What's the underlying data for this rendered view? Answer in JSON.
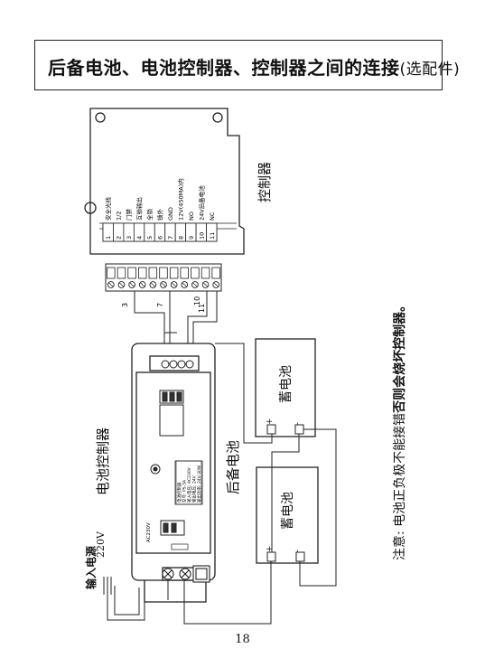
{
  "title": {
    "main": "后备电池、电池控制器、控制器之间的连接",
    "suffix": "(选配件)"
  },
  "controller": {
    "label": "控制器",
    "terminals": [
      {
        "num": "1",
        "label": "安全光线"
      },
      {
        "num": "2",
        "label": "1/2"
      },
      {
        "num": "3",
        "label": "门禁"
      },
      {
        "num": "4",
        "label": "互锁输出"
      },
      {
        "num": "5",
        "label": "全锁"
      },
      {
        "num": "6",
        "label": "锁外"
      },
      {
        "num": "7",
        "label": "GND"
      },
      {
        "num": "8",
        "label": "12V(450MA)内"
      },
      {
        "num": "9",
        "label": "NO"
      },
      {
        "num": "10",
        "label": "24V后备电池"
      },
      {
        "num": "11",
        "label": "NC"
      }
    ]
  },
  "wire_numbers": [
    "3",
    "7",
    "10",
    "11"
  ],
  "battery_controller": {
    "label": "电池控制器",
    "input_label": "AC230V",
    "spec_lines": [
      "电池控制器",
      "型号: PS-3A",
      "输入电压: AC230V",
      "输出电压: 24V",
      "输出功率: 24V-30W"
    ]
  },
  "backup_battery_label": "后备电池",
  "batteries": [
    {
      "label": "蓄电池",
      "plus": "+",
      "minus": "-"
    },
    {
      "label": "蓄电池",
      "plus": "+",
      "minus": "-"
    }
  ],
  "power_input": {
    "label": "输入电源",
    "voltage": "220V"
  },
  "note": {
    "prefix": "注意: 电池正负极不能接错",
    "emphasis": "否则会烧坏控制器。"
  },
  "page_number": "18"
}
